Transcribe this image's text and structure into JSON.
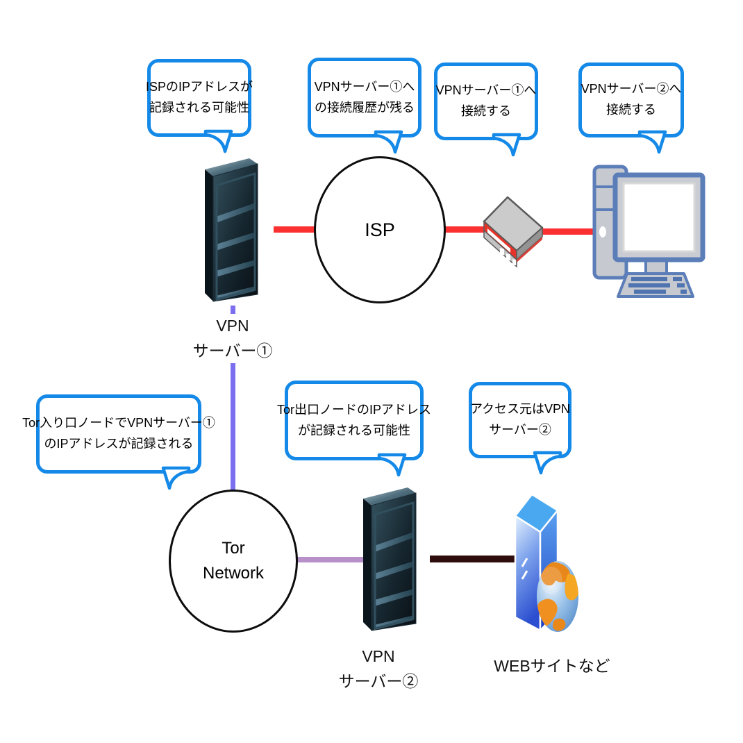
{
  "colors": {
    "bubble_border": "#1489e8",
    "line_red": "#fb3030",
    "line_purple": "#7b6ff0",
    "line_mauve": "#b78fc9",
    "line_dark_brown": "#300d0d",
    "node_border": "#0d0d0d",
    "pc_blue": "#5b7db8",
    "server_dark": "#16262f",
    "web_server_blue": "#3f6fd8",
    "globe_orange": "#ef9726"
  },
  "bubbles": [
    {
      "line1": "ISPのIPアドレスが",
      "line2": "記録される可能性"
    },
    {
      "line1": "VPNサーバー①へ",
      "line2": "の接続履歴が残る"
    },
    {
      "line1": "VPNサーバー①へ",
      "line2": "接続する"
    },
    {
      "line1": "VPNサーバー②へ",
      "line2": "接続する"
    },
    {
      "line1": "Tor入り口ノードでVPNサーバー①",
      "line2": "のIPアドレスが記録される"
    },
    {
      "line1": "Tor出口ノードのIPアドレス",
      "line2": "が記録される可能性"
    },
    {
      "line1": "アクセス元はVPN",
      "line2": "サーバー②"
    }
  ],
  "nodes": {
    "isp": {
      "label": "ISP"
    },
    "tor_network": {
      "line1": "Tor",
      "line2": "Network"
    },
    "vpn_server_1": {
      "line1": "VPN",
      "line2": "サーバー①"
    },
    "vpn_server_2": {
      "line1": "VPN",
      "line2": "サーバー②"
    },
    "website": {
      "label": "WEBサイトなど"
    }
  },
  "icons": {
    "vpn_server_1": "server-rack-icon",
    "vpn_server_2": "server-rack-icon",
    "router": "router-icon",
    "client_pc": "desktop-computer-icon",
    "website": "web-server-globe-icon"
  }
}
